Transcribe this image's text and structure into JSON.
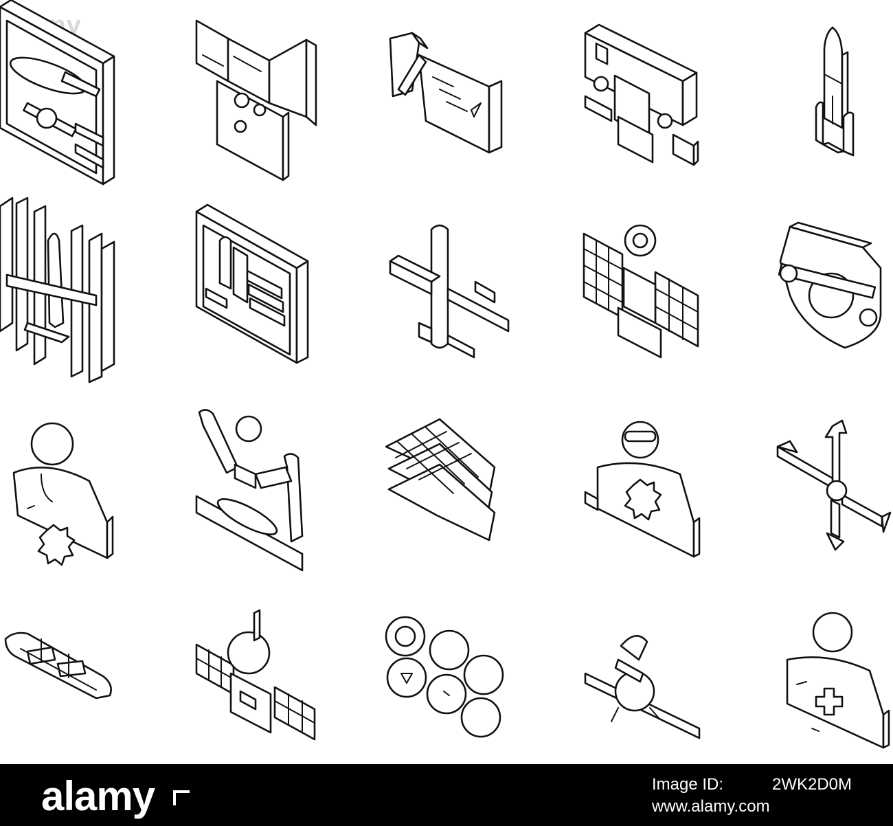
{
  "watermark": "alamy",
  "icons": [
    "radar-screen-icon",
    "mission-control-banner-icon",
    "wind-tunnel-icon",
    "satellite-truck-icon",
    "rocket-icon",
    "aircraft-frame-icon",
    "spaceport-board-icon",
    "drone-icon",
    "satellite-robot-icon",
    "planet-shield-icon",
    "pilot-engineer-icon",
    "robot-arm-icon",
    "solar-panel-layers-icon",
    "engineer-icon",
    "space-station-icon",
    "space-plane-icon",
    "satellite-icon",
    "planet-badges-icon",
    "orbital-probe-icon",
    "medic-astronaut-icon"
  ],
  "footer": {
    "brand": "alamy",
    "image_id_label": "Image ID:",
    "image_id": "2WK2D0M",
    "site": "www.alamy.com"
  },
  "colors": {
    "ink": "#111111",
    "background": "#ffffff",
    "footer": "#000000"
  }
}
